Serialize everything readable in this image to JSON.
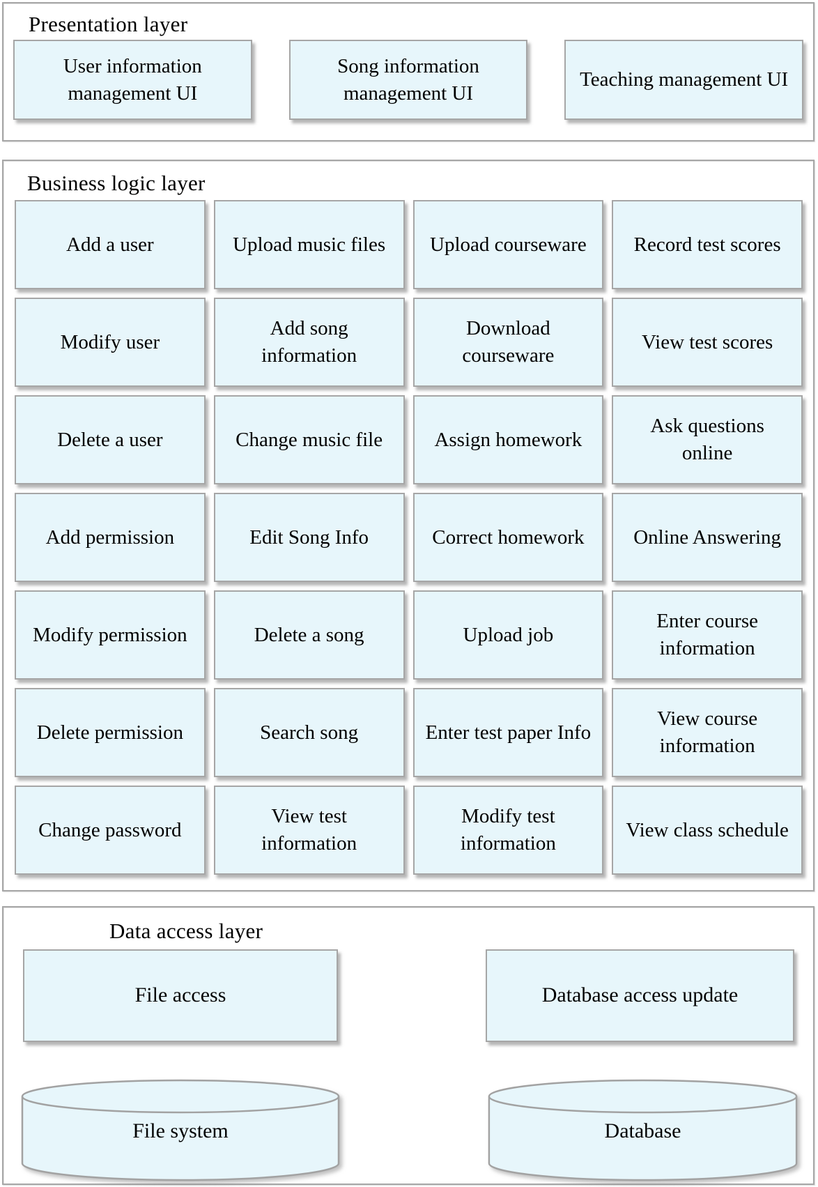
{
  "diagram": {
    "kind": "three-tier software architecture diagram"
  },
  "colors": {
    "box_fill": "#e7f6fb",
    "box_border": "#a6a6a6",
    "container_border": "#a7a7a7",
    "shadow": "#8f8f8f",
    "text": "#000000",
    "background": "#ffffff"
  },
  "layers": {
    "presentation": {
      "title": "Presentation layer",
      "boxes": [
        "User information management UI",
        "Song information management UI",
        "Teaching management UI"
      ]
    },
    "business": {
      "title": "Business logic layer",
      "columns": 4,
      "cells": [
        "Add a user",
        "Upload music files",
        "Upload courseware",
        "Record test scores",
        "Modify user",
        "Add song information",
        "Download courseware",
        "View test scores",
        "Delete a user",
        "Change music file",
        "Assign homework",
        "Ask questions online",
        "Add permission",
        "Edit Song Info",
        "Correct homework",
        "Online Answering",
        "Modify permission",
        "Delete a song",
        "Upload job",
        "Enter course information",
        "Delete permission",
        "Search song",
        "Enter test paper Info",
        "View course information",
        "Change password",
        "View test information",
        "Modify test information",
        "View class schedule"
      ]
    },
    "data_access": {
      "title": "Data access layer",
      "boxes": [
        "File access",
        "Database access update"
      ],
      "cylinders": [
        "File system",
        "Database"
      ]
    }
  }
}
